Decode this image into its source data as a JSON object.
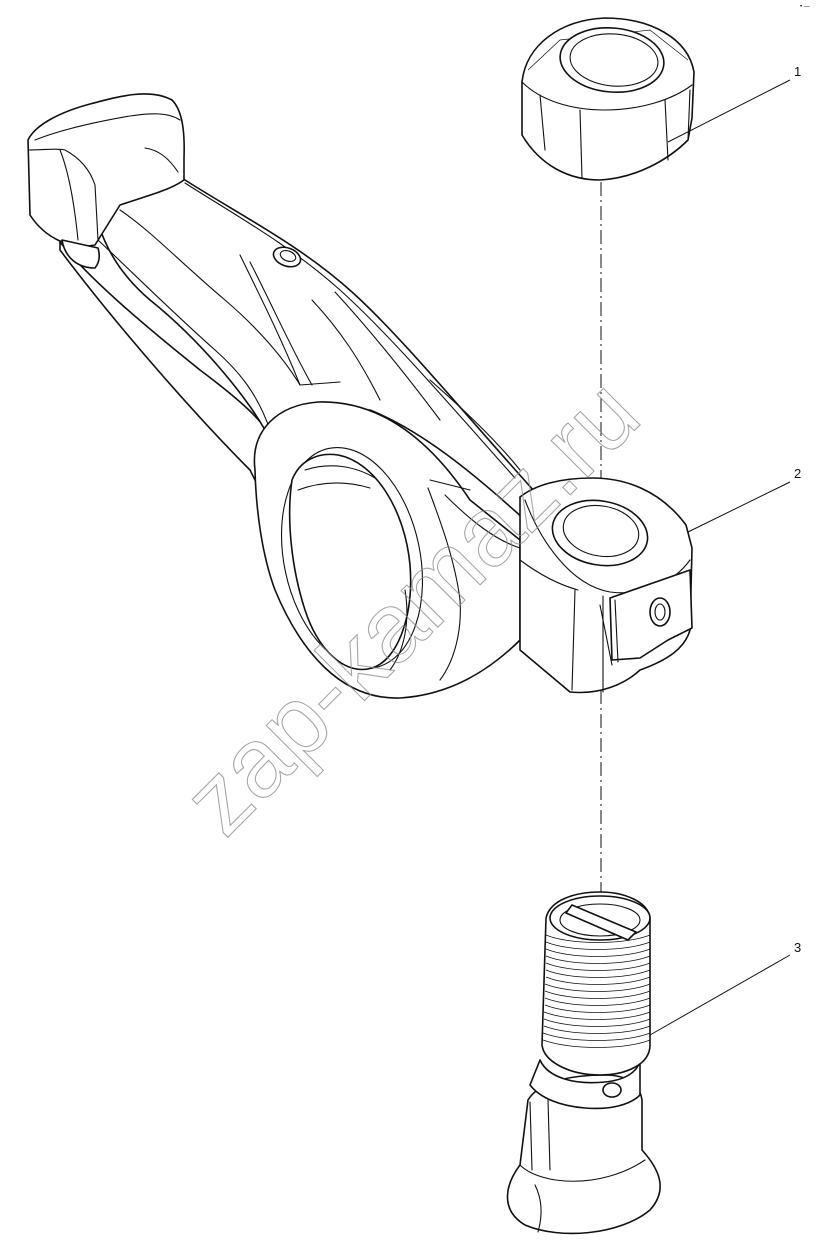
{
  "corner_mark": "• —",
  "watermark": "zap-kamaz.ru",
  "callouts": [
    {
      "number": "1",
      "part": "nut"
    },
    {
      "number": "2",
      "part": "rocker-arm"
    },
    {
      "number": "3",
      "part": "adjusting-screw"
    }
  ]
}
